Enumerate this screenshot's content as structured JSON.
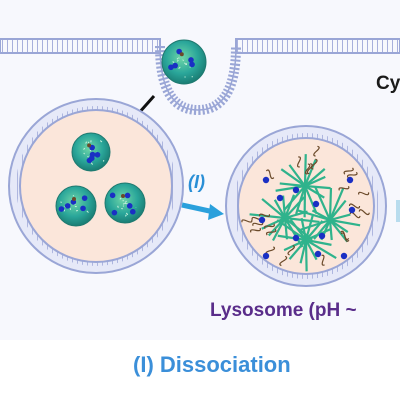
{
  "labels": {
    "cytoplasm_partial": "Cy",
    "step": "(I)",
    "lysosome": "Lysosome (pH ~",
    "caption": "(I) Dissociation"
  },
  "colors": {
    "membrane_stroke": "#9aa6d6",
    "membrane_fill": "#e6e9f8",
    "vesicle_interior": "#fbe6da",
    "nanoparticle_core": "#2aa69a",
    "nanoparticle_blue_dots": "#1a2fc4",
    "arrow_black": "#111111",
    "arrow_blue": "#2aa0dc",
    "step_text": "#2a8fd6",
    "lysosome_text": "#5a2d8a",
    "caption_text": "#3b8fd9"
  },
  "icons": [
    "endocytosis-pit",
    "nanoparticle",
    "endosome",
    "lysosome",
    "dissociated-polymer-chains"
  ]
}
